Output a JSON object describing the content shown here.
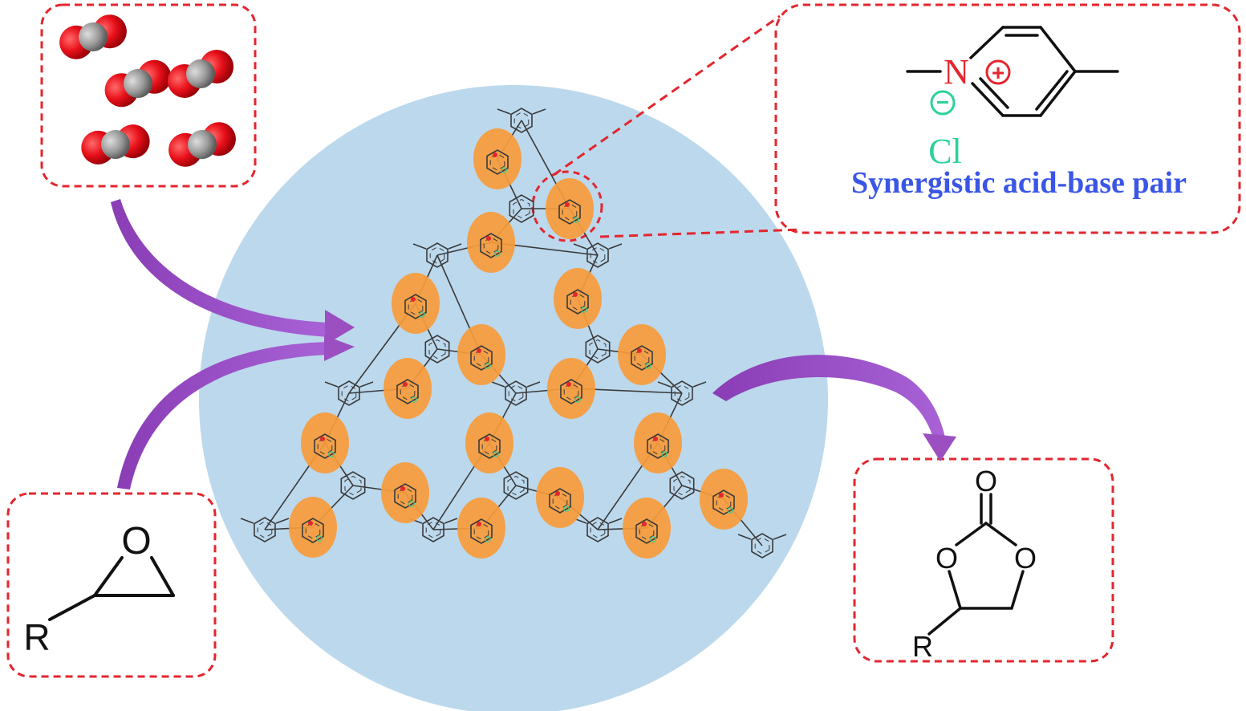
{
  "caption": "Synergistic acid-base pair",
  "atoms": {
    "nitrogen": "N",
    "chloride": "Cl",
    "plus": "+",
    "minus": "−",
    "oxygen": "O",
    "r_group": "R"
  },
  "colors": {
    "box_border": "#e3262e",
    "arrow": "#9b4fc1",
    "framework_circle": "#bcd8ec",
    "pyridinium_highlight": "#f79b3a",
    "oxygen_atom": "#e8101a",
    "carbon_atom": "#8c8c8c",
    "chloride_label": "#2bd19a",
    "nitrogen_label": "#e5262e",
    "caption_text": "#3a56e6"
  }
}
